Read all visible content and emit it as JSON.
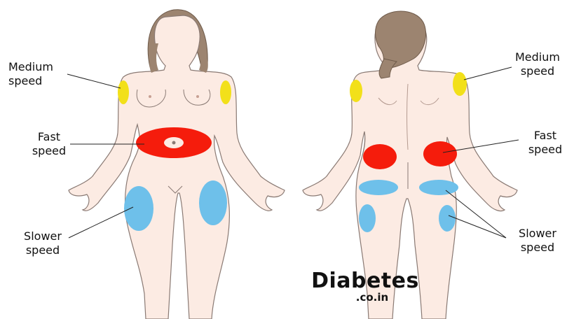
{
  "labels": {
    "front_medium": [
      "Medium",
      "speed"
    ],
    "front_fast": [
      "Fast",
      "speed"
    ],
    "front_slower": [
      "Slower",
      "speed"
    ],
    "back_medium": [
      "Medium",
      "speed"
    ],
    "back_fast": [
      "Fast",
      "speed"
    ],
    "back_slower": [
      "Slower",
      "speed"
    ]
  },
  "logo": {
    "main": "Diabetes",
    "sub": ".co.in"
  },
  "colors": {
    "skin": "#fcebe3",
    "outline": "#8a7a74",
    "hair": "#9c8470",
    "medium": "#f2e01a",
    "fast": "#f51c0c",
    "slower": "#6ec0ea"
  }
}
